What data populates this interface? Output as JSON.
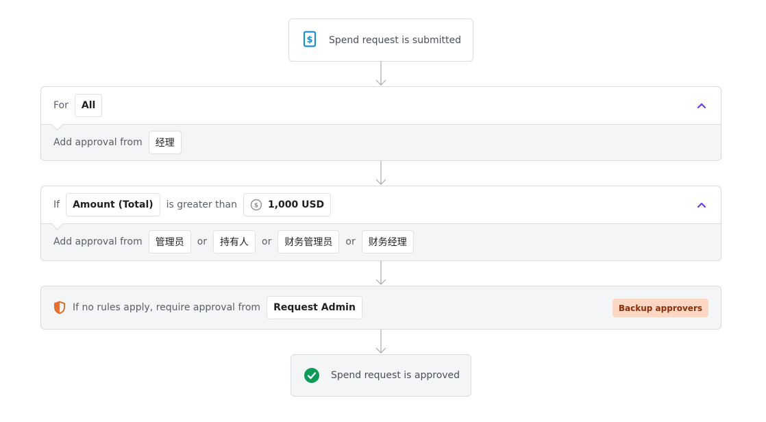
{
  "flow": {
    "start": {
      "text": "Spend request is submitted",
      "icon": "receipt-dollar-icon"
    },
    "rule_all": {
      "for_label": "For",
      "scope": "All",
      "approval_label": "Add approval from",
      "approvers": [
        "经理"
      ]
    },
    "rule_amount": {
      "if_label": "If",
      "field": "Amount (Total)",
      "operator": "is greater than",
      "amount": "1,000 USD",
      "approval_label": "Add approval from",
      "or_label": "or",
      "approvers": [
        "管理员",
        "持有人",
        "财务管理员",
        "财务经理"
      ]
    },
    "backup": {
      "text": "If no rules apply, require approval from",
      "approver": "Request Admin",
      "badge": "Backup approvers",
      "icon": "shield-icon"
    },
    "end": {
      "text": "Spend request is approved",
      "icon": "check-circle-icon"
    }
  },
  "colors": {
    "accent": "#6a3ee8",
    "receipt_icon": "#1a8fd0",
    "shield_icon": "#e0621f",
    "approved_icon": "#0b9b57",
    "badge_bg": "#fcd8c4",
    "badge_text": "#8a2e08"
  }
}
